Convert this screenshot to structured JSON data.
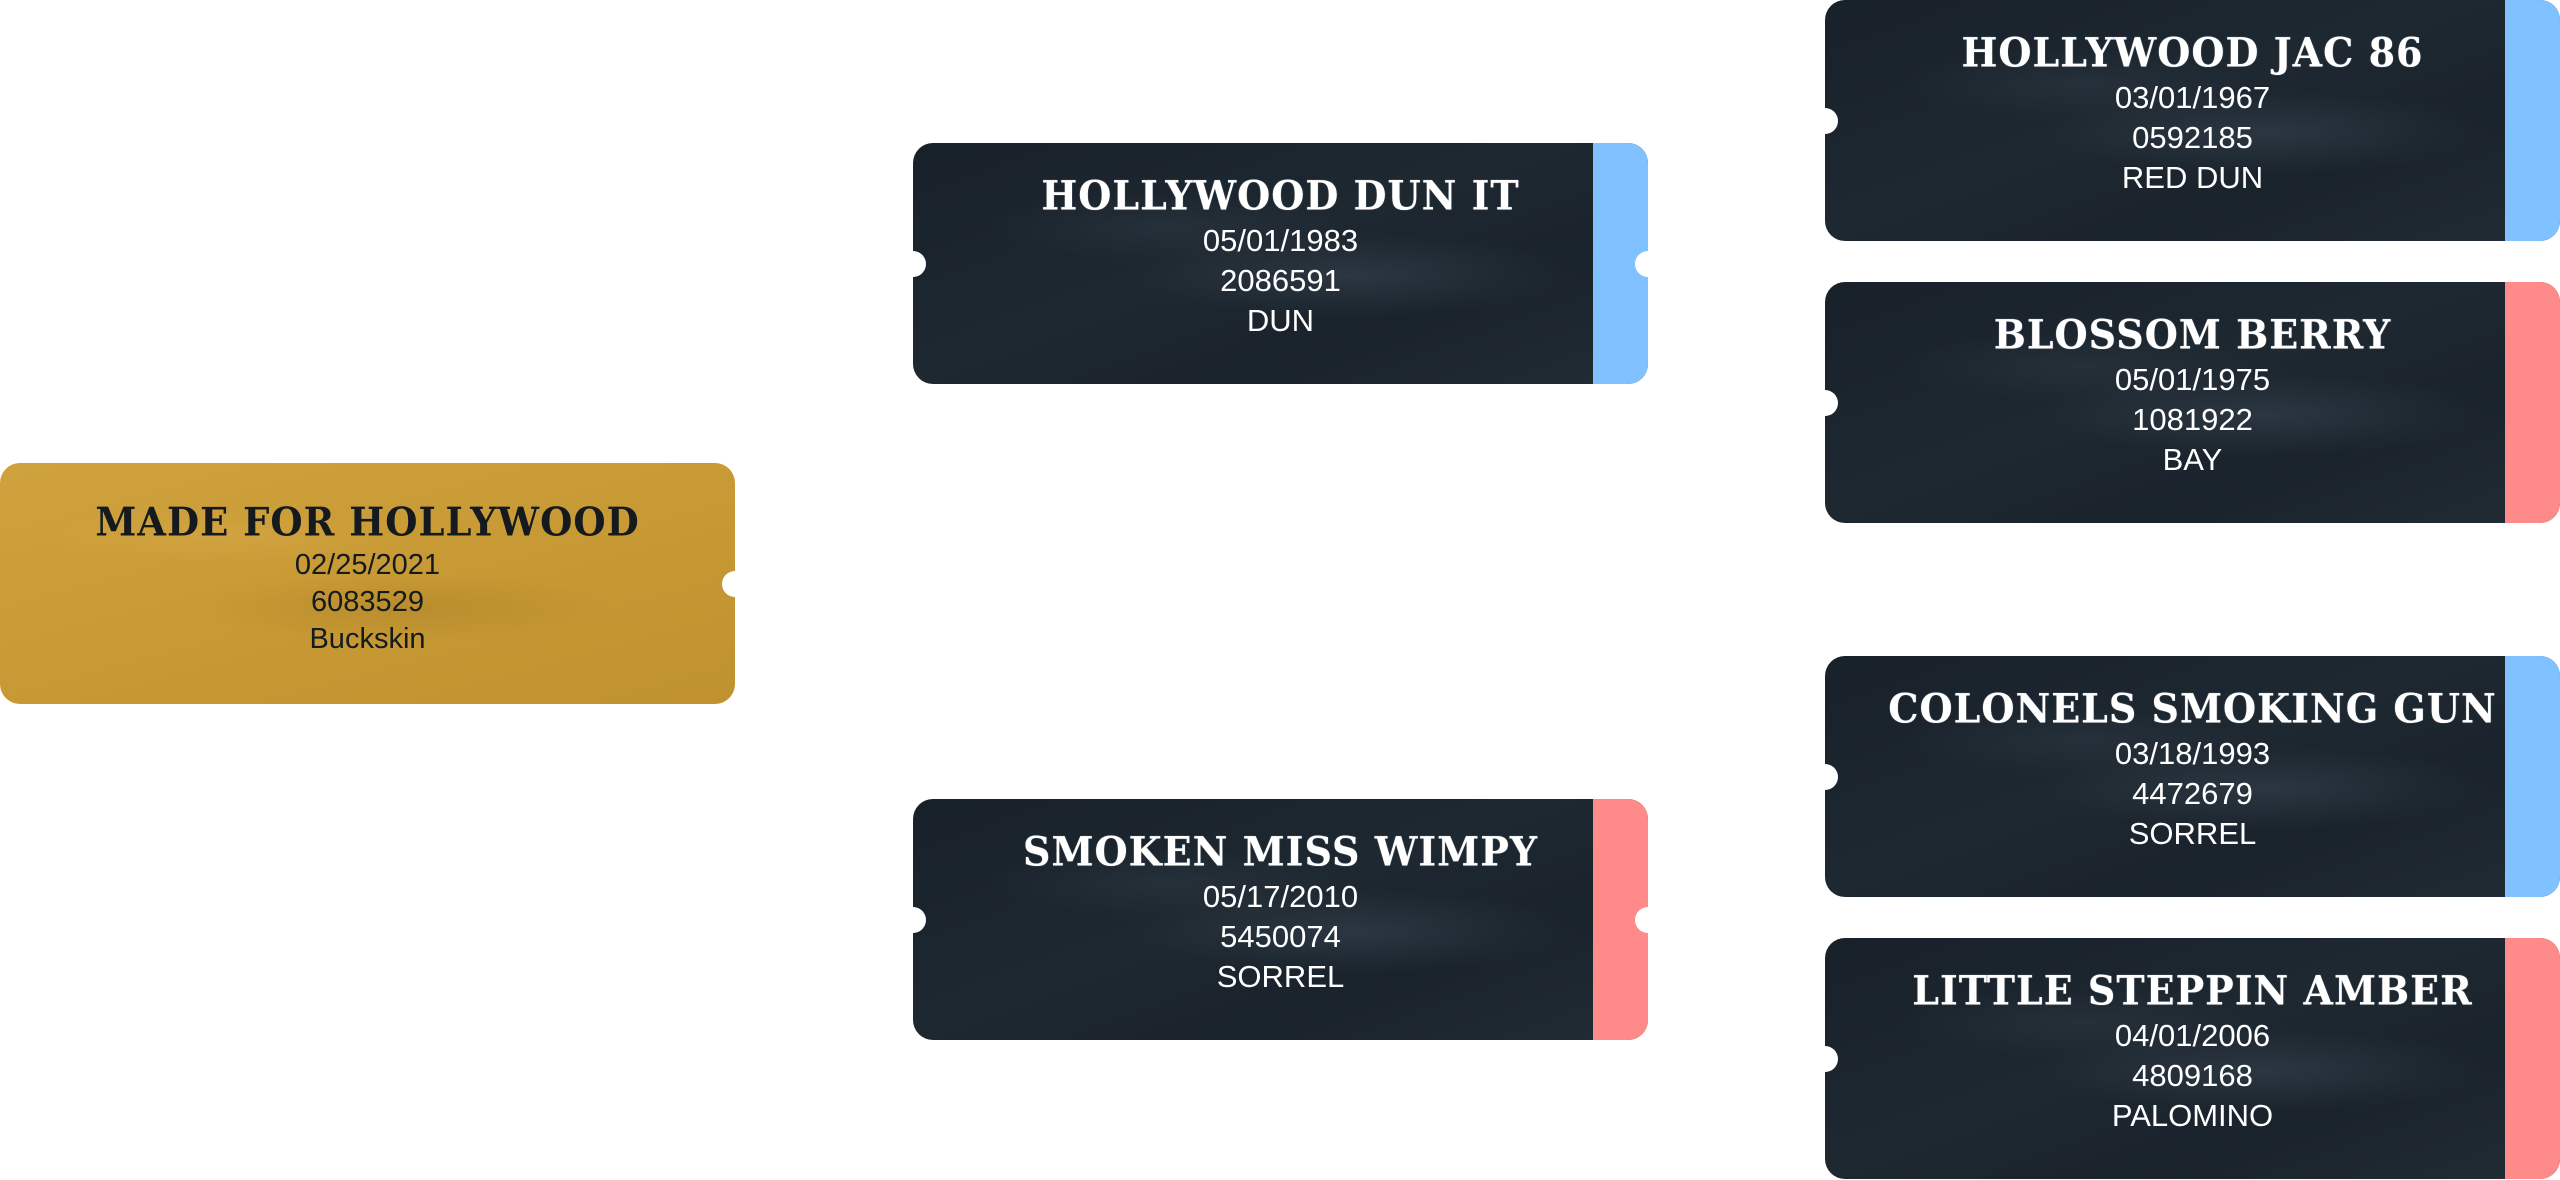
{
  "colors": {
    "sire_stripe": "#80c1ff",
    "dam_stripe": "#ff8a8a",
    "subject_card": "#c99c36",
    "ancestor_card": "#1b232b"
  },
  "pedigree": {
    "subject": {
      "name": "MADE FOR HOLLYWOOD",
      "date": "02/25/2021",
      "reg": "6083529",
      "color": "Buckskin"
    },
    "sire": {
      "name": "HOLLYWOOD DUN IT",
      "date": "05/01/1983",
      "reg": "2086591",
      "color": "DUN",
      "sex": "male"
    },
    "dam": {
      "name": "SMOKEN MISS WIMPY",
      "date": "05/17/2010",
      "reg": "5450074",
      "color": "SORREL",
      "sex": "female"
    },
    "sire_sire": {
      "name": "HOLLYWOOD JAC 86",
      "date": "03/01/1967",
      "reg": "0592185",
      "color": "RED DUN",
      "sex": "male"
    },
    "sire_dam": {
      "name": "BLOSSOM BERRY",
      "date": "05/01/1975",
      "reg": "1081922",
      "color": "BAY",
      "sex": "female"
    },
    "dam_sire": {
      "name": "COLONELS SMOKING GUN",
      "date": "03/18/1993",
      "reg": "4472679",
      "color": "SORREL",
      "sex": "male"
    },
    "dam_dam": {
      "name": "LITTLE STEPPIN AMBER",
      "date": "04/01/2006",
      "reg": "4809168",
      "color": "PALOMINO",
      "sex": "female"
    }
  }
}
